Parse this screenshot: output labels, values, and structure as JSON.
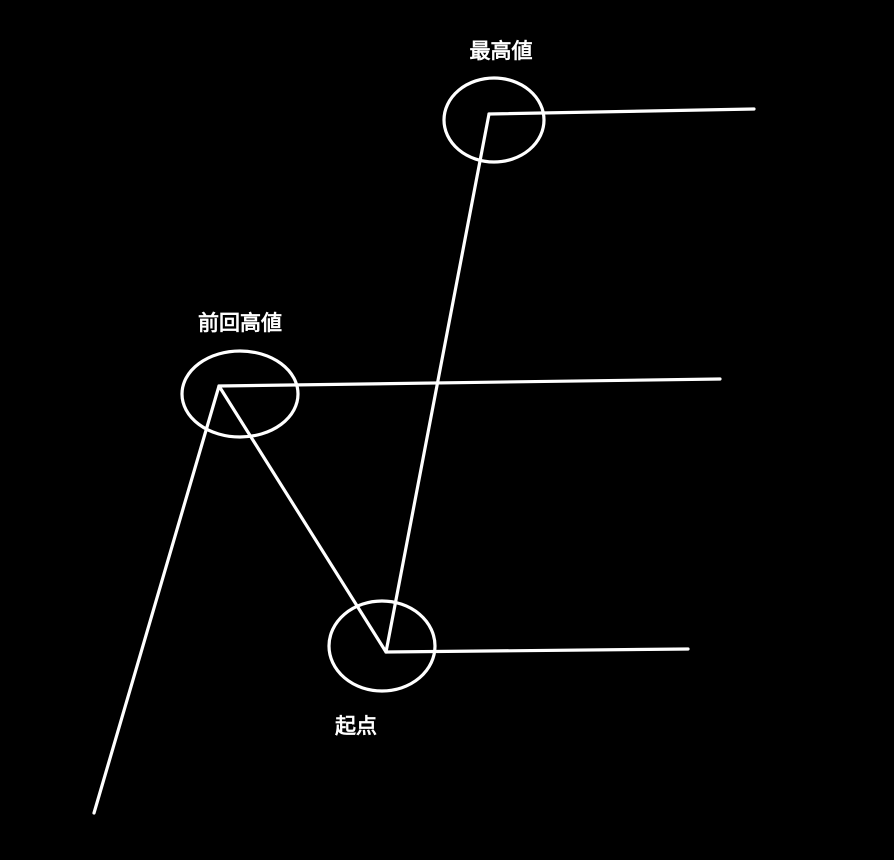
{
  "labels": {
    "highest_value": "最高値",
    "previous_high": "前回高値",
    "start_point": "起点"
  },
  "colors": {
    "background": "#000000",
    "line": "#ffffff",
    "text": "#ffffff"
  }
}
